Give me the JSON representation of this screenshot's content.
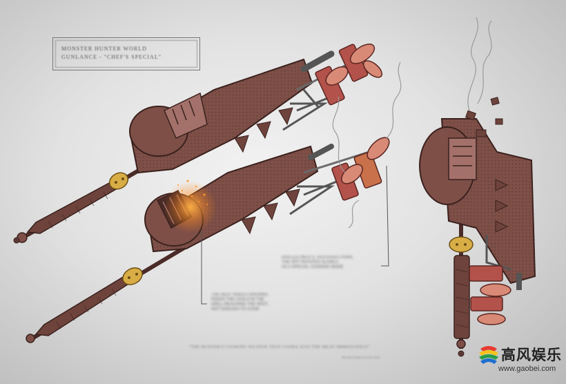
{
  "artwork": {
    "title_lines": [
      "Monster Hunter World",
      "Gunlance - \"Chef's Special\""
    ],
    "note_right": [
      "Grilled meats, sausages pork,",
      "the spit rotates slowly,",
      "as a special cooking mode"
    ],
    "note_left": [
      "The heat sheild opening,",
      "feeds the coals in the",
      "grill reaching the spot,",
      "hot enough to cook"
    ],
    "quote": "\"The hunter's cooking weapon that cooks just the meat immediately\"",
    "signature": "Monsterhunter fan"
  },
  "watermark": {
    "brand": "高风娱乐",
    "url": "www.gaobei.com",
    "logo_colors": [
      "#e63b2e",
      "#f5c21a",
      "#2a9d4a",
      "#1e6fd1"
    ]
  },
  "palette": {
    "weapon_body": "#7d4f47",
    "weapon_dark": "#4a2b27",
    "weapon_light": "#a3716a",
    "gold_ring": "#d9ad45",
    "meat": "#b3524a",
    "sausage": "#d98a76",
    "smoke": "#9a9a9a"
  }
}
